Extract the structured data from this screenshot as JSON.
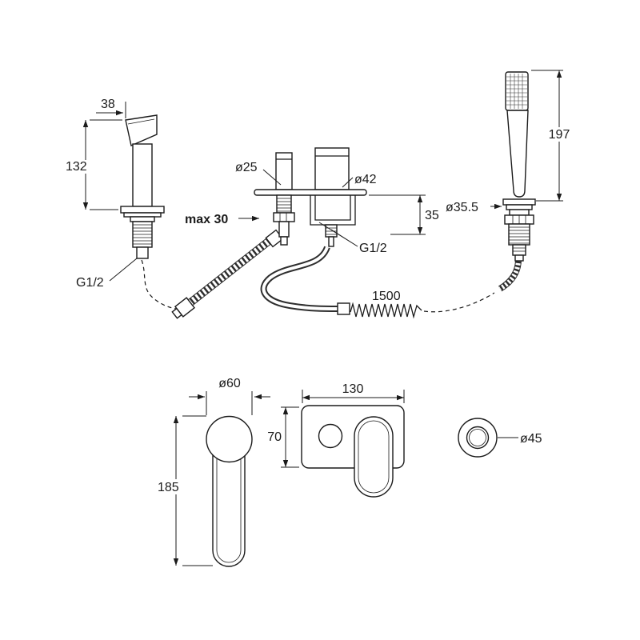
{
  "page": {
    "background": "#ffffff",
    "line_color": "#1b1b1b",
    "description": "Technical dimension drawing of deck-mounted bath mixer with spout, hand shower and trim parts"
  },
  "labels": {
    "spout_top_width": "38",
    "spout_height": "132",
    "spout_thread": "G1/2",
    "left_cylinder_diameter": "ø25",
    "right_cylinder_diameter": "ø42",
    "deck_max_thickness": "max 30",
    "under_deck_depth": "35",
    "connection_thread": "G1/2",
    "handshower_height": "197",
    "elbow_diameter": "ø35.5",
    "hose_length": "1500",
    "handle_base_diameter": "ø60",
    "handle_length": "185",
    "plate_width": "130",
    "plate_height": "70",
    "escutcheon_diameter": "ø45"
  }
}
